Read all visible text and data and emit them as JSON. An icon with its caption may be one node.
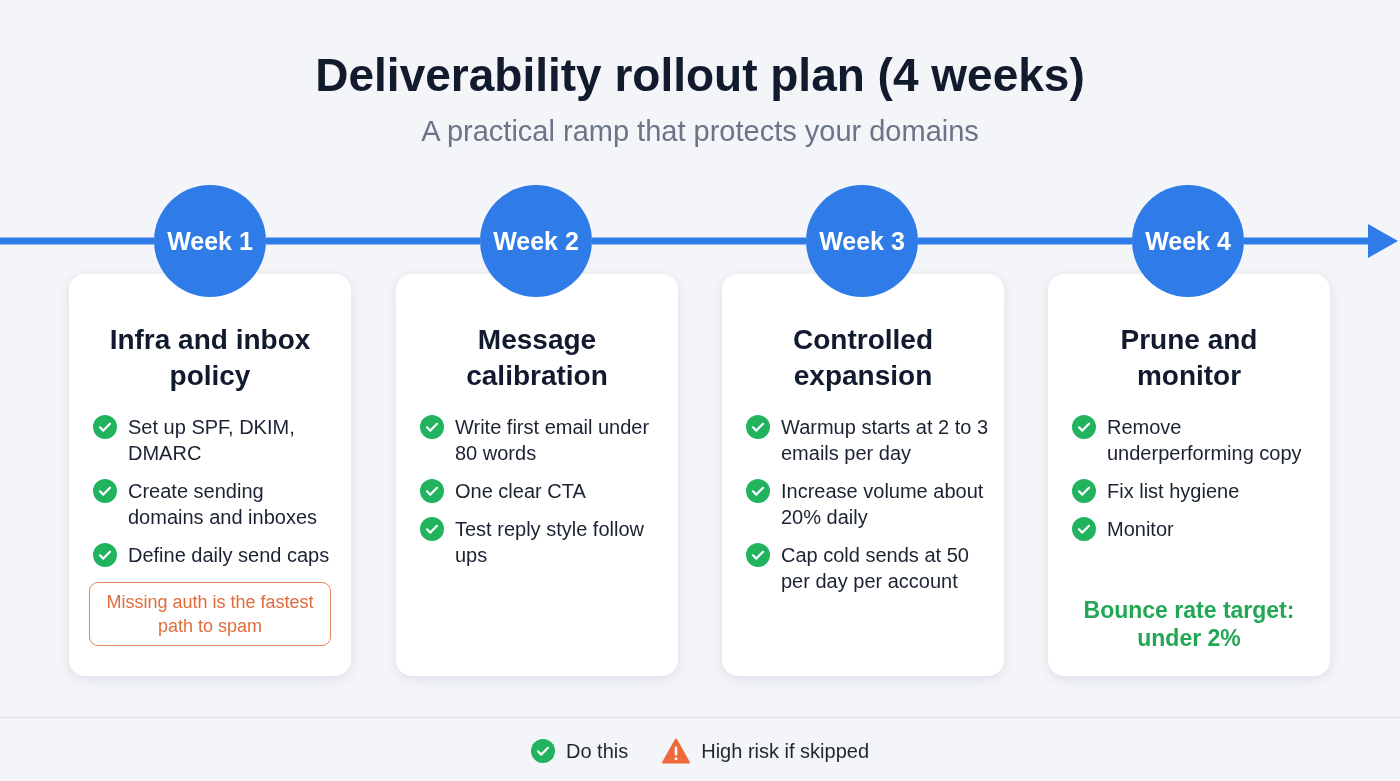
{
  "diagram": {
    "title": "Deliverability rollout plan (4 weeks)",
    "nodes": [
      {
        "text": [
          "Week 1"
        ]
      },
      {
        "text": [
          "Week 2"
        ]
      },
      {
        "text": [
          "Week 3"
        ]
      },
      {
        "text": [
          "Week 4"
        ]
      },
      {
        "text": [
          "Infra and inbox policy",
          "Set up SPF, DKIM, DMARC",
          "Create sending domains and inboxes",
          "Define daily send caps"
        ]
      },
      {
        "text": [
          "Missing auth is the fastest path to spam"
        ],
        "in": 4
      },
      {
        "text": [
          "Message calibration",
          "Write first email under 80 words",
          "One clear CTA",
          "Test reply style follow ups"
        ]
      },
      {
        "text": [
          "Controlled expansion",
          "Warmup starts at 2 to 3 emails per day",
          "Increase volume about 20% daily",
          "Cap cold sends at 50 per day per account"
        ]
      },
      {
        "text": [
          "Prune and monitor",
          "Remove underperforming copy",
          "Fix list hygiene",
          "Monitor",
          "Bounce rate target: under 2%"
        ]
      }
    ],
    "edges": [
      {
        "from": null,
        "to": 0,
        "arrow": "none"
      },
      {
        "from": 0,
        "to": 1,
        "arrow": "none"
      },
      {
        "from": 1,
        "to": 2,
        "arrow": "none"
      },
      {
        "from": 2,
        "to": 3,
        "arrow": "none"
      },
      {
        "from": 3,
        "to": null,
        "arrow": "to"
      }
    ],
    "labels": [
      "A practical ramp that protects your domains"
    ],
    "legend": [
      {
        "text": "Do this"
      },
      {
        "text": "High risk if skipped"
      }
    ]
  }
}
